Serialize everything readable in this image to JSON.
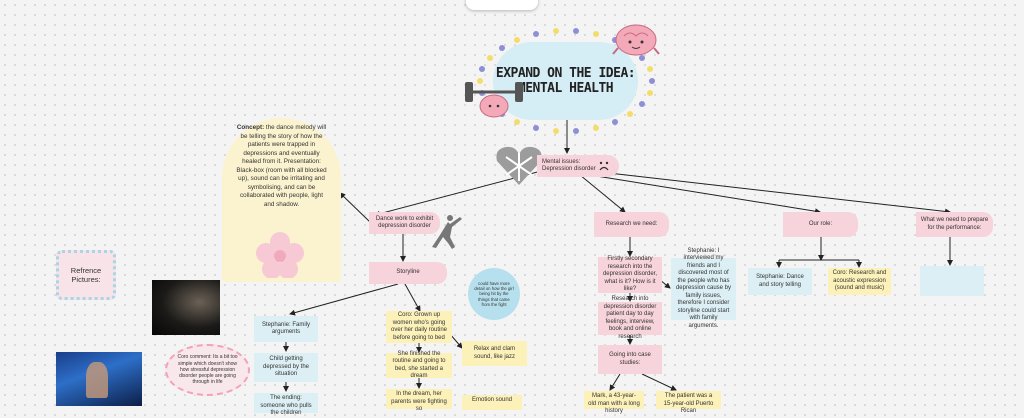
{
  "title": {
    "line1": "EXPAND ON THE IDEA:",
    "line2": "MENTAL HEALTH"
  },
  "mental_issues": "Mental issues: Depression disorder",
  "concept": {
    "label": "Concept:",
    "text": " the dance melody will be telling the story of how the patients were trapped in depressions and eventually healed from it. Presentation: Black-box (room with all blocked up), sound can be irritating and symbolising, and can be collaborated with people, light and shadow."
  },
  "reference": "Refrence Pictures:",
  "dance_work": "Dance work to exhibit depression disorder",
  "storyline": "Storyline",
  "research_needed": "Research we need:",
  "our_role": "Our role:",
  "prepare": "What we need to prepare for the performance:",
  "stephanie_branch": "Stephanie: Family arguments",
  "child_depressed": "Child getting depressed by the situation",
  "ending_text": "The ending: someone who pulls the children",
  "coro_branch": "Coro: Grown up women who's going over her daily routine before going to bed",
  "she_finished": "She finished the routine and going to bed, she started a dream",
  "in_dream": "In the dream, her parents were fighting so",
  "relax_sound": "Relax and clam sound, like jazz",
  "emotion_sound": "Emotion sound",
  "coro_comment": "Coro comment: Its a bit too simple which doesn't show how stressful depression disorder people are going through in life",
  "bubble_note": "could have more detail on how the girl being hit by the things that came from the fight",
  "research_secondary": "Firstly secondary research into the depression disorder, what is it? How is it like?",
  "research_depression": "Research into depression disorder patient day to day feelings, interview, book and online research",
  "case_studies": "Going into case studies:",
  "case_mark": "Mark, a 43-year-old man with a long history",
  "case_patient": "The patient was a 15-year-old Puerto Rican",
  "stephanie_interview": "Stephanie: I interviewed my friends and I discovered most of the people who has depression cause by family issues, therefore I consider storyline could start with family arguments.",
  "role_stephanie": "Stephanie: Dance and story telling",
  "role_coro": "Coro: Research and acoustic expression (sound and music)",
  "colors": {
    "pink": "#f7d3db",
    "blue": "#dceff4",
    "yellow": "#fbf1b9",
    "dot_purple": "#8e8fd6",
    "dot_yellow": "#f3dd6a"
  }
}
